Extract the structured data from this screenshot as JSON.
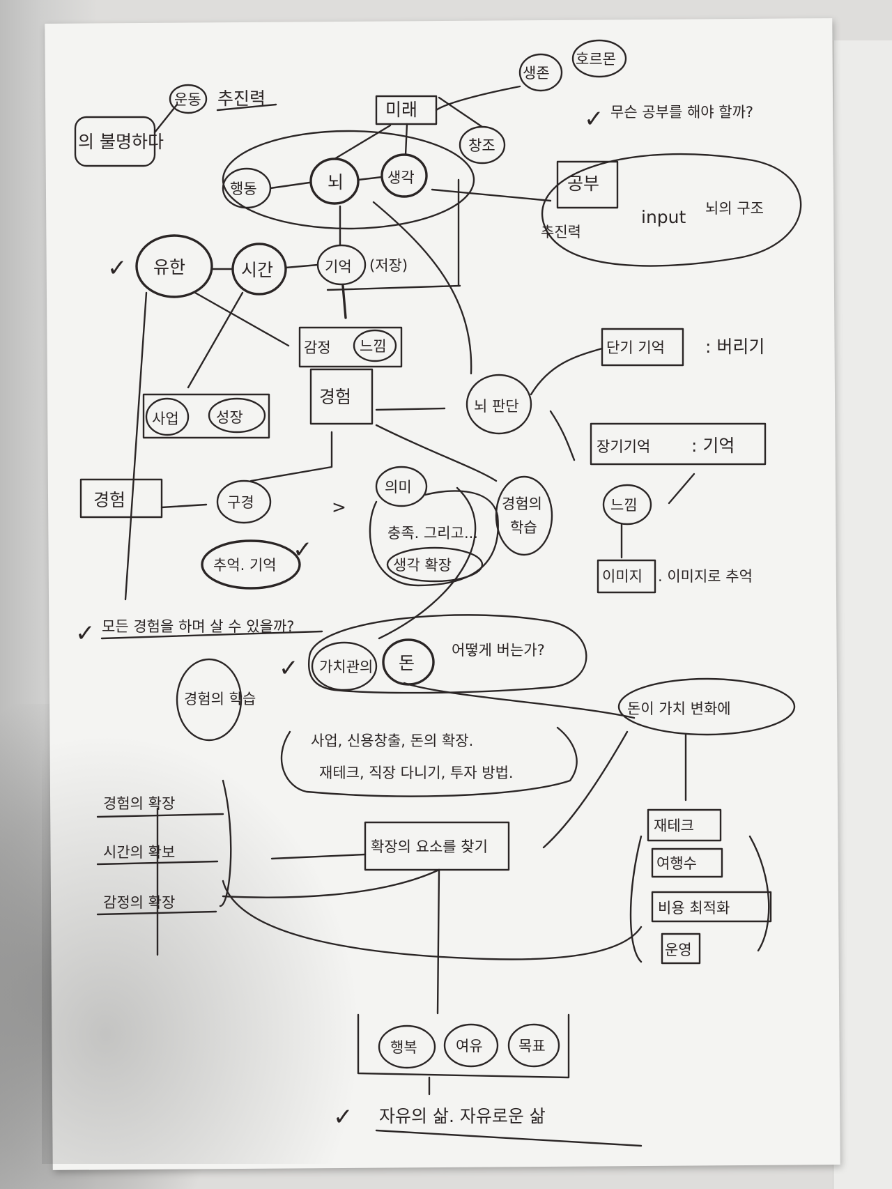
{
  "nodes": {
    "top_left_box": "의 불명하다",
    "left_top_circle": "운동",
    "left_top_note": "추진력",
    "future_box": "미래",
    "top_right_circle_a": "생존",
    "top_right_circle_b": "호르몬",
    "top_right_question": "무슨 공부를 해야 할까?",
    "action": "행동",
    "brain": "뇌",
    "thought": "생각",
    "creation": "창조",
    "study_box": "공부",
    "study_note_a": "추진력",
    "study_note_b": "input",
    "study_note_c": "뇌의 구조",
    "pleasure": "유한",
    "time": "시간",
    "memory": "기억",
    "memory_note": "(저장)",
    "emotion_box": "감정",
    "feeling_circle": "느낌",
    "experience_box": "경험",
    "brain_judgment": "뇌 판단",
    "short_term_memory": "단기 기억",
    "discard_note": ": 버리기",
    "long_term_memory_a": "장기기억",
    "long_term_memory_b": ": 기억",
    "feeling2": "느낌",
    "image_box": "이미지",
    "image_note": ". 이미지로 추억",
    "subject_a": "사업",
    "subject_b": "성장",
    "experience_left": "경험",
    "repeat_circle": "구경",
    "memory_circle": "추억. 기억",
    "meaning_circle": "의미",
    "meaning_note": "충족. 그리고...",
    "growth_circle": "생각 확장",
    "learning_circle_a": "경험의",
    "learning_circle_b": "학습",
    "all_experience_note": "모든 경험을 하며 살 수 있을까?",
    "value_circle": "가치관의",
    "money_circle": "돈",
    "money_question": "어떻게 버는가?",
    "learn_circle": "경험의 학습",
    "list_a": "사업, 신용창출, 돈의 확장.",
    "list_b": "재테크, 직장 다니기, 투자 방법.",
    "money_use": "돈이 가치 변화에",
    "center_box": "확장의 요소를 찾기",
    "left_list_1": "경험의 확장",
    "left_list_2": "시간의 확보",
    "left_list_3": "감정의 확장",
    "right_list_1": "재테크",
    "right_list_2": "여행수",
    "right_list_3": "비용 최적화",
    "right_list_4": "운영",
    "bottom_circle_1": "행복",
    "bottom_circle_2": "여유",
    "bottom_circle_3": "목표",
    "final_note": "자유의 삶. 자유로운 삶"
  }
}
